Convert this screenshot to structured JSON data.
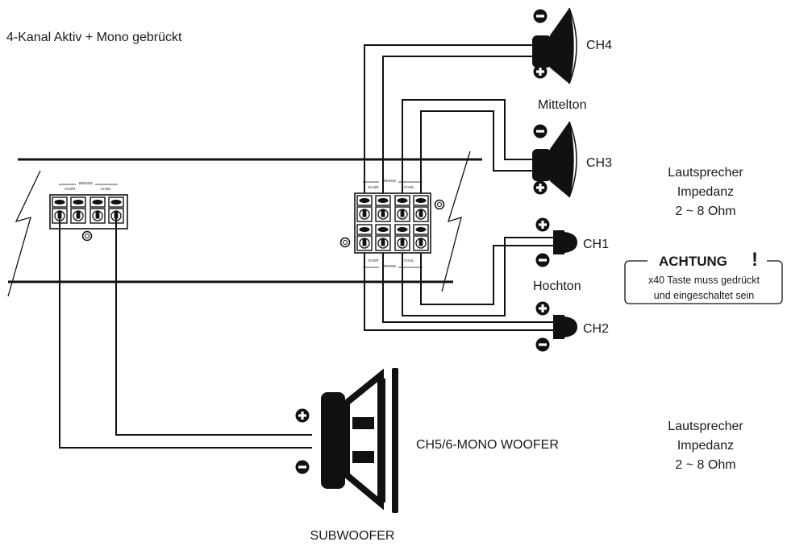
{
  "title": "4-Kanal Aktiv + Mono gebrückt",
  "colors": {
    "ink": "#1a1a1a",
    "background": "#ffffff"
  },
  "channels": {
    "ch4": "CH4",
    "ch3": "CH3",
    "ch1": "CH1",
    "ch2": "CH2",
    "mono": "CH5/6-MONO WOOFER"
  },
  "groups": {
    "midrange": "Mittelton",
    "tweeter": "Hochton",
    "subwoofer": "SUBWOOFER"
  },
  "impedance_top": {
    "line1": "Lautsprecher",
    "line2": "Impedanz",
    "line3": "2 ~ 8 Ohm"
  },
  "impedance_bottom": {
    "line1": "Lautsprecher",
    "line2": "Impedanz",
    "line3": "2 ~ 8 Ohm"
  },
  "warning": {
    "title": "ACHTUNG",
    "mark": "!",
    "line1": "x40 Taste muss gedrückt",
    "line2": "und eingeschaltet sein"
  },
  "terminal_labels": {
    "left_bridge": "BRIDGE",
    "left_ch6r": "CH6/R",
    "left_ch5l": "CH5/L",
    "right_top_bridge": "BRIDGE",
    "right_top_ch4r": "CH4/R",
    "right_top_ch3l": "CH3/L",
    "right_bot_ch2r": "CH2/R",
    "right_bot_ch1l": "CH1/L",
    "right_bot_bridge": "BRIDGE"
  },
  "icons": [
    "minus-icon",
    "plus-icon",
    "cone-speaker-icon",
    "tweeter-icon",
    "subwoofer-icon",
    "exclamation-icon"
  ]
}
